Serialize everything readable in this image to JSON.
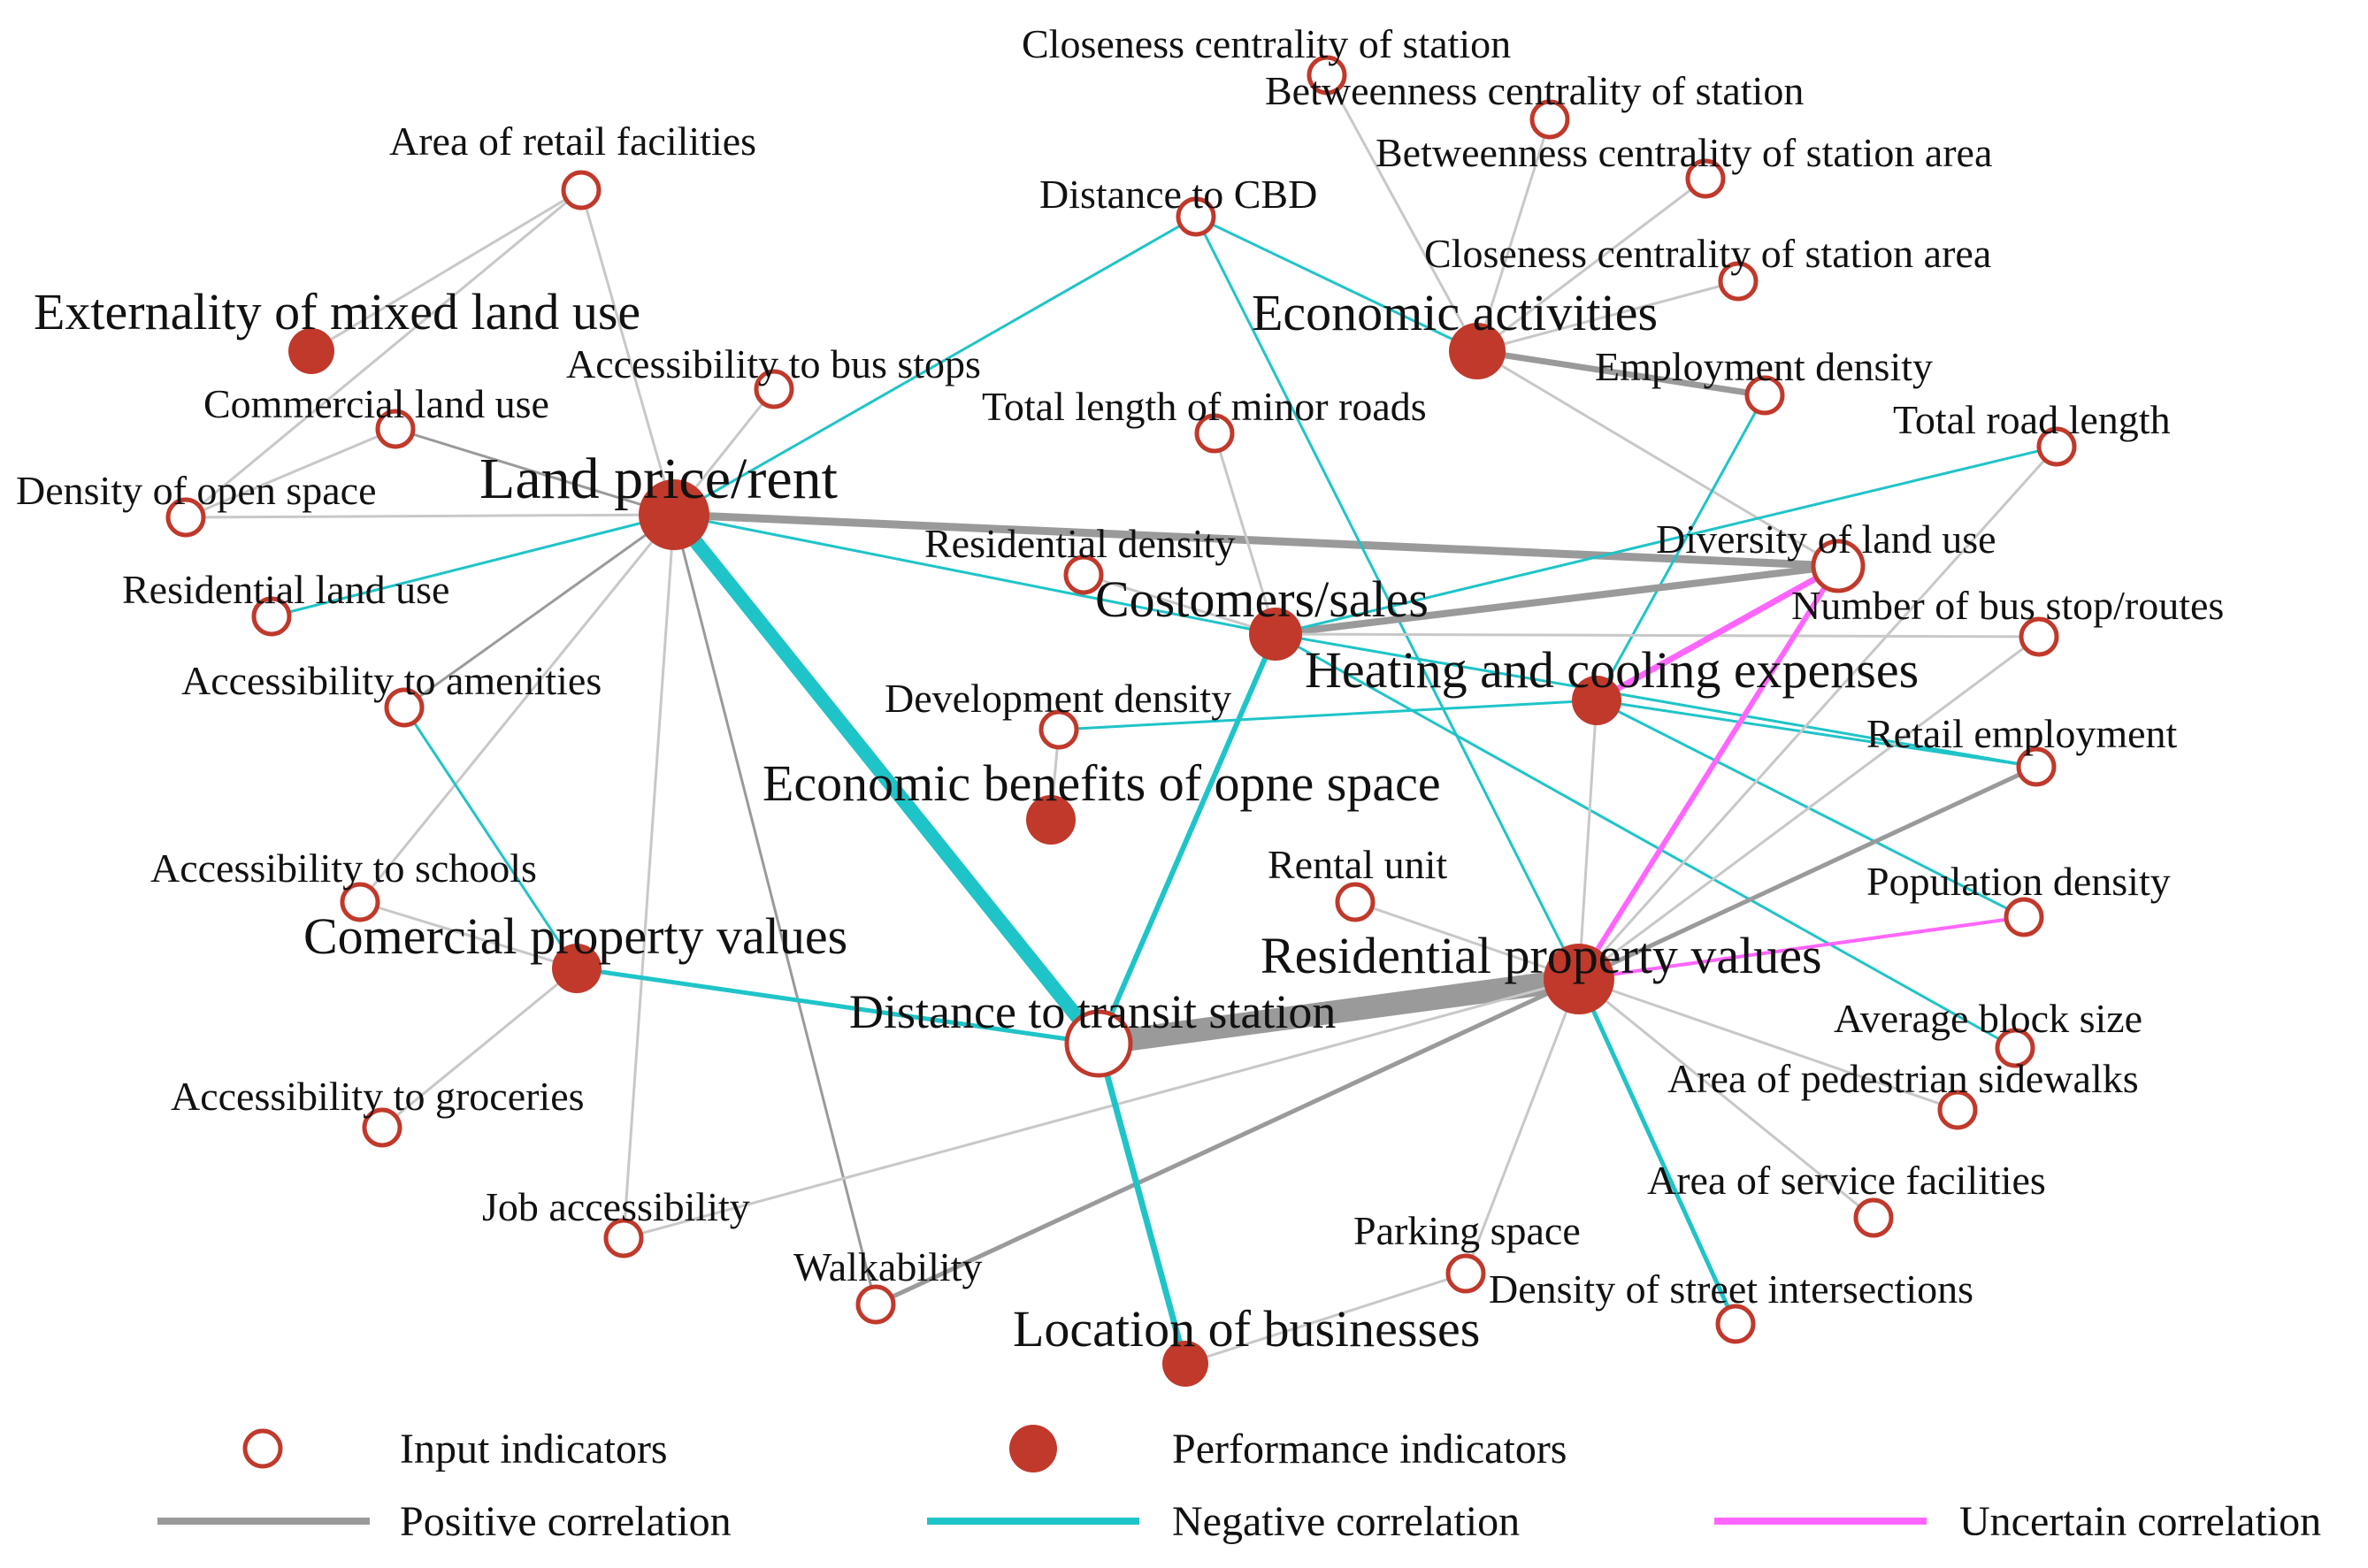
{
  "colors": {
    "node": "#c0392b",
    "positive": "#9a9a9a",
    "negative": "#1fc4c8",
    "uncertain": "#ff66ff",
    "weak": "#c8c8c8"
  },
  "nodes": {
    "closeness_station": {
      "label": "Closeness centrality of station",
      "type": "input"
    },
    "betweenness_station": {
      "label": "Betweenness centrality of station",
      "type": "input"
    },
    "betweenness_area": {
      "label": "Betweenness centrality of station area",
      "type": "input"
    },
    "closeness_area": {
      "label": "Closeness centrality of station area",
      "type": "input"
    },
    "retail_area": {
      "label": "Area of retail facilities",
      "type": "input"
    },
    "cbd": {
      "label": "Distance to CBD",
      "type": "input"
    },
    "mixed_use": {
      "label": "Externality of mixed land use",
      "type": "performance"
    },
    "economic": {
      "label": "Economic activities",
      "type": "performance"
    },
    "bus_stops": {
      "label": "Accessibility to bus stops",
      "type": "input"
    },
    "employment_density": {
      "label": "Employment density",
      "type": "input"
    },
    "commercial_land": {
      "label": "Commercial land use",
      "type": "input"
    },
    "minor_roads": {
      "label": "Total length of minor roads",
      "type": "input"
    },
    "road_length": {
      "label": "Total road length",
      "type": "input"
    },
    "open_space": {
      "label": "Density of open space",
      "type": "input"
    },
    "land_price": {
      "label": "Land price/rent",
      "type": "performance"
    },
    "residential_density": {
      "label": "Residential density",
      "type": "input"
    },
    "diversity": {
      "label": "Diversity of land use",
      "type": "input"
    },
    "residential_land": {
      "label": "Residential land use",
      "type": "input"
    },
    "customers": {
      "label": "Costomers/sales",
      "type": "performance"
    },
    "bus_routes": {
      "label": "Number of bus stop/routes",
      "type": "input"
    },
    "amenities": {
      "label": "Accessibility to amenities",
      "type": "input"
    },
    "heating": {
      "label": "Heating and cooling expenses",
      "type": "performance"
    },
    "development": {
      "label": "Development density",
      "type": "input"
    },
    "retail_employment": {
      "label": "Retail employment",
      "type": "input"
    },
    "open_space_benefits": {
      "label": "Economic benefits of opne space",
      "type": "performance"
    },
    "schools": {
      "label": "Accessibility to schools",
      "type": "input"
    },
    "rental": {
      "label": "Rental unit",
      "type": "input"
    },
    "population": {
      "label": "Population density",
      "type": "input"
    },
    "commercial_values": {
      "label": "Comercial property values",
      "type": "performance"
    },
    "residential_values": {
      "label": "Residential property values",
      "type": "performance"
    },
    "transit": {
      "label": "Distance to transit station",
      "type": "input"
    },
    "block_size": {
      "label": "Average block size",
      "type": "input"
    },
    "groceries": {
      "label": "Accessibility to groceries",
      "type": "input"
    },
    "sidewalks": {
      "label": "Area of pedestrian sidewalks",
      "type": "input"
    },
    "service": {
      "label": "Area of service facilities",
      "type": "input"
    },
    "jobs": {
      "label": "Job accessibility",
      "type": "input"
    },
    "parking": {
      "label": "Parking space",
      "type": "input"
    },
    "walkability": {
      "label": "Walkability",
      "type": "input"
    },
    "intersections": {
      "label": "Density of street intersections",
      "type": "input"
    },
    "businesses": {
      "label": "Location of businesses",
      "type": "performance"
    }
  },
  "edges": [
    {
      "from": "retail_area",
      "to": "land_price",
      "kind": "weak"
    },
    {
      "from": "retail_area",
      "to": "open_space",
      "kind": "weak"
    },
    {
      "from": "mixed_use",
      "to": "retail_area",
      "kind": "weak"
    },
    {
      "from": "commercial_land",
      "to": "land_price",
      "kind": "positive"
    },
    {
      "from": "commercial_land",
      "to": "open_space",
      "kind": "weak"
    },
    {
      "from": "open_space",
      "to": "land_price",
      "kind": "weak"
    },
    {
      "from": "residential_land",
      "to": "land_price",
      "kind": "negative"
    },
    {
      "from": "bus_stops",
      "to": "land_price",
      "kind": "weak"
    },
    {
      "from": "amenities",
      "to": "land_price",
      "kind": "positive"
    },
    {
      "from": "schools",
      "to": "land_price",
      "kind": "weak"
    },
    {
      "from": "jobs",
      "to": "land_price",
      "kind": "weak"
    },
    {
      "from": "walkability",
      "to": "land_price",
      "kind": "positive"
    },
    {
      "from": "land_price",
      "to": "cbd",
      "kind": "negative"
    },
    {
      "from": "land_price",
      "to": "diversity",
      "kind": "positive",
      "weight": 9
    },
    {
      "from": "land_price",
      "to": "transit",
      "kind": "negative",
      "weight": 16
    },
    {
      "from": "land_price",
      "to": "customers",
      "kind": "negative"
    },
    {
      "from": "cbd",
      "to": "economic",
      "kind": "negative"
    },
    {
      "from": "cbd",
      "to": "residential_values",
      "kind": "negative",
      "weight": 3
    },
    {
      "from": "closeness_station",
      "to": "economic",
      "kind": "weak"
    },
    {
      "from": "betweenness_station",
      "to": "economic",
      "kind": "weak"
    },
    {
      "from": "betweenness_area",
      "to": "economic",
      "kind": "weak"
    },
    {
      "from": "closeness_area",
      "to": "economic",
      "kind": "weak"
    },
    {
      "from": "employment_density",
      "to": "economic",
      "kind": "positive",
      "weight": 7
    },
    {
      "from": "economic",
      "to": "diversity",
      "kind": "weak"
    },
    {
      "from": "employment_density",
      "to": "heating",
      "kind": "negative",
      "weight": 3
    },
    {
      "from": "minor_roads",
      "to": "customers",
      "kind": "weak"
    },
    {
      "from": "residential_density",
      "to": "customers",
      "kind": "weak"
    },
    {
      "from": "customers",
      "to": "diversity",
      "kind": "positive",
      "weight": 8
    },
    {
      "from": "customers",
      "to": "road_length",
      "kind": "negative",
      "weight": 3
    },
    {
      "from": "customers",
      "to": "bus_routes",
      "kind": "weak"
    },
    {
      "from": "customers",
      "to": "transit",
      "kind": "negative",
      "weight": 6
    },
    {
      "from": "customers",
      "to": "retail_employment",
      "kind": "negative",
      "weight": 3
    },
    {
      "from": "customers",
      "to": "block_size",
      "kind": "negative",
      "weight": 3
    },
    {
      "from": "development",
      "to": "heating",
      "kind": "negative",
      "weight": 3
    },
    {
      "from": "development",
      "to": "open_space_benefits",
      "kind": "weak"
    },
    {
      "from": "heating",
      "to": "diversity",
      "kind": "uncertain",
      "weight": 7
    },
    {
      "from": "heating",
      "to": "retail_employment",
      "kind": "negative",
      "weight": 3
    },
    {
      "from": "heating",
      "to": "population",
      "kind": "negative",
      "weight": 3
    },
    {
      "from": "heating",
      "to": "residential_values",
      "kind": "weak"
    },
    {
      "from": "diversity",
      "to": "residential_values",
      "kind": "uncertain",
      "weight": 6
    },
    {
      "from": "road_length",
      "to": "residential_values",
      "kind": "weak"
    },
    {
      "from": "bus_routes",
      "to": "residential_values",
      "kind": "weak"
    },
    {
      "from": "retail_employment",
      "to": "residential_values",
      "kind": "positive",
      "weight": 5
    },
    {
      "from": "population",
      "to": "residential_values",
      "kind": "uncertain",
      "weight": 4
    },
    {
      "from": "rental",
      "to": "residential_values",
      "kind": "weak"
    },
    {
      "from": "residential_values",
      "to": "transit",
      "kind": "positive",
      "weight": 26
    },
    {
      "from": "residential_values",
      "to": "sidewalks",
      "kind": "weak"
    },
    {
      "from": "residential_values",
      "to": "service",
      "kind": "weak"
    },
    {
      "from": "residential_values",
      "to": "parking",
      "kind": "weak"
    },
    {
      "from": "residential_values",
      "to": "intersections",
      "kind": "negative",
      "weight": 5
    },
    {
      "from": "residential_values",
      "to": "walkability",
      "kind": "positive",
      "weight": 5
    },
    {
      "from": "residential_values",
      "to": "jobs",
      "kind": "weak"
    },
    {
      "from": "amenities",
      "to": "commercial_values",
      "kind": "negative",
      "weight": 3
    },
    {
      "from": "schools",
      "to": "commercial_values",
      "kind": "weak"
    },
    {
      "from": "groceries",
      "to": "commercial_values",
      "kind": "weak"
    },
    {
      "from": "commercial_values",
      "to": "transit",
      "kind": "negative",
      "weight": 5
    },
    {
      "from": "transit",
      "to": "businesses",
      "kind": "negative",
      "weight": 7
    },
    {
      "from": "parking",
      "to": "businesses",
      "kind": "weak"
    }
  ],
  "legend": {
    "input": "Input indicators",
    "performance": "Performance indicators",
    "positive": "Positive correlation",
    "negative": "Negative correlation",
    "uncertain": "Uncertain correlation"
  }
}
